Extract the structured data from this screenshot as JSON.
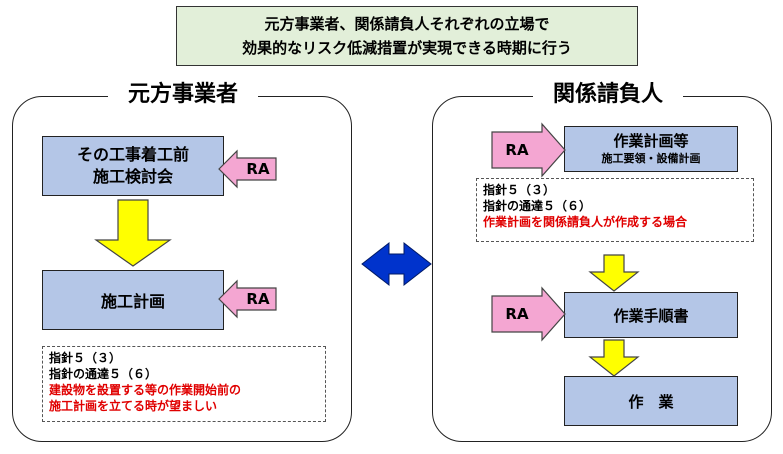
{
  "banner": {
    "line1": "元方事業者、関係請負人それぞれの立場で",
    "line2": "効果的なリスク低減措置が実現できる時期に行う"
  },
  "left": {
    "title": "元方事業者",
    "box1_line1": "その工事着工前",
    "box1_line2": "施工検討会",
    "ra1": "RA",
    "box2": "施工計画",
    "ra2": "RA",
    "note_line1": "指針５（３）",
    "note_line2": "指針の通達５（６）",
    "note_line3": "建設物を設置する等の作業開始前の",
    "note_line4": "施工計画を立てる時が望ましい"
  },
  "right": {
    "title": "関係請負人",
    "ra1": "RA",
    "box1_main": "作業計画等",
    "box1_sub": "施工要領・設備計画",
    "note_line1": "指針５（３）",
    "note_line2": "指針の通達５（６）",
    "note_line3": "作業計画を関係請負人が作成する場合",
    "ra2": "RA",
    "box2": "作業手順書",
    "box3": "作　業"
  },
  "colors": {
    "box_fill": "#b4c6e7",
    "ra_fill": "#f4a6d2",
    "down_arrow": "#ffff00",
    "double_arrow": "#0033cc",
    "note_red": "#e00000",
    "banner_fill": "#e2efd9"
  }
}
